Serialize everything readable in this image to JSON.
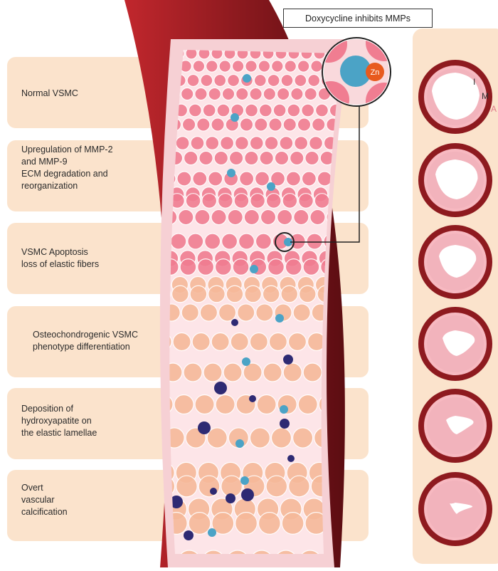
{
  "callout": {
    "text": "Doxycycline inhibits MMPs",
    "ion_label": "Zn"
  },
  "stages": [
    {
      "label": "Normal VSMC"
    },
    {
      "label": "Upregulation of MMP-2\nand MMP-9\nECM degradation and\nreorganization"
    },
    {
      "label": "VSMC Apoptosis\nloss of elastic fibers"
    },
    {
      "label": "Osteochondrogenic VSMC\nphenotype differentiation"
    },
    {
      "label": "Deposition of\nhydroxyapatite on\nthe elastic lamellae"
    },
    {
      "label": "Overt\nvascular\ncalcification"
    }
  ],
  "vessel_layer_labels": {
    "intima": "I",
    "media": "M",
    "adventitia": "A"
  },
  "colors": {
    "band": "#fbe3cc",
    "adventitia": "#8e1a1f",
    "media": "#f6d0d4",
    "intima": "#f2b3bc",
    "cell_pink": "#f07d91",
    "cell_peach": "#f6b99a",
    "nucleus": "#4ba3c6",
    "calcium": "#2e2a73",
    "zinc": "#e85a1e"
  }
}
